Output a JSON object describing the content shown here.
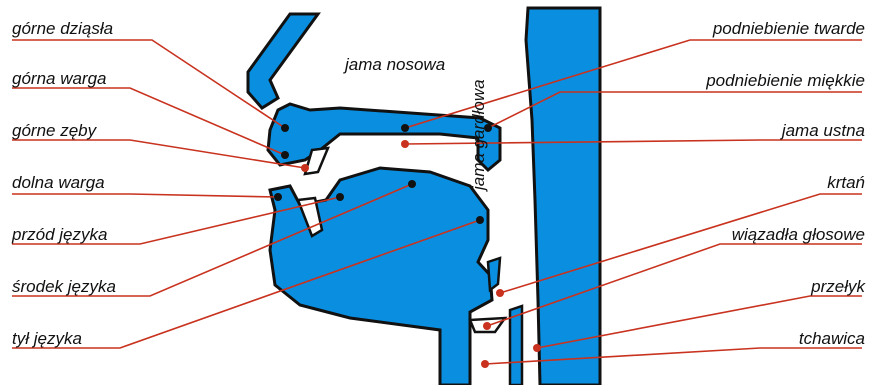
{
  "colors": {
    "organ": "#0a8fe0",
    "outline": "#111111",
    "line": "#c8321e"
  },
  "labels_left": [
    {
      "id": "gorne-dziasla",
      "text": "górne dziąsła"
    },
    {
      "id": "gorna-warga",
      "text": "górna warga"
    },
    {
      "id": "gorne-zeby",
      "text": "górne zęby"
    },
    {
      "id": "dolna-warga",
      "text": "dolna warga"
    },
    {
      "id": "przod-jezyka",
      "text": "przód języka"
    },
    {
      "id": "srodek-jezyka",
      "text": "środek języka"
    },
    {
      "id": "tyl-jezyka",
      "text": "tył języka"
    }
  ],
  "labels_right": [
    {
      "id": "podniebienie-twarde",
      "text": "podniebienie twarde"
    },
    {
      "id": "podniebienie-miekkie",
      "text": "podniebienie miękkie"
    },
    {
      "id": "jama-ustna",
      "text": "jama ustna"
    },
    {
      "id": "krtan",
      "text": "krtań"
    },
    {
      "id": "wiazadla-glosowe",
      "text": "wiązadła głosowe"
    },
    {
      "id": "przelyk",
      "text": "przełyk"
    },
    {
      "id": "tchawica",
      "text": "tchawica"
    }
  ],
  "regions": {
    "jama_nosowa": "jama nosowa",
    "jama_gardlowa": "jama gardłowa"
  }
}
